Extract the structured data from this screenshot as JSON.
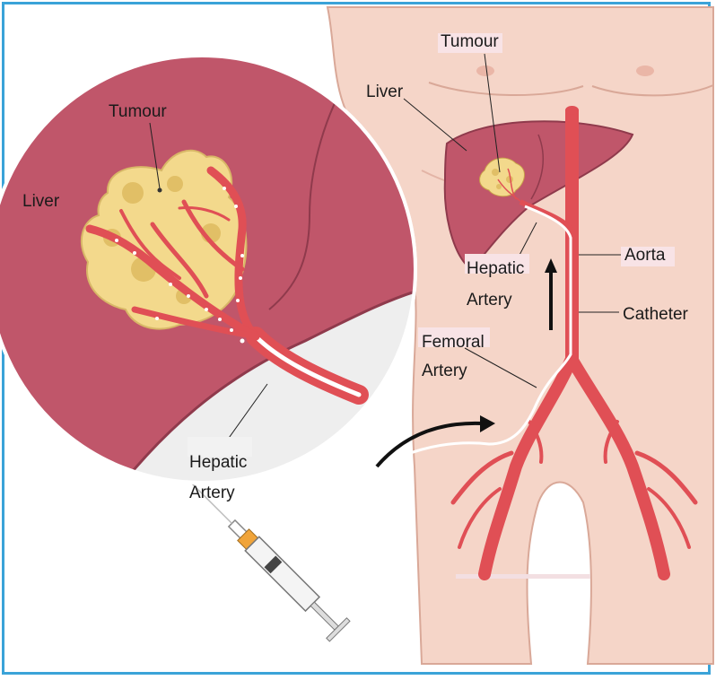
{
  "colors": {
    "frame": "#3aa3d8",
    "skin": "#f5d5c8",
    "skin_outline": "#d9a898",
    "liver": "#c0566a",
    "liver_dark": "#8f3a4c",
    "artery": "#e04f55",
    "artery_light": "#f07c7c",
    "tumour": "#f3d98c",
    "tumour_spot": "#e1bf66",
    "catheter": "#ffffff",
    "zoom_bg": "#eeeeee",
    "label_highlight": "#f8e3e6",
    "syringe_cap": "#f0a43a"
  },
  "labels": {
    "zoom_tumour": "Tumour",
    "zoom_liver": "Liver",
    "zoom_hepatic_line1": "Hepatic",
    "zoom_hepatic_line2": "Artery",
    "body_tumour": "Tumour",
    "body_liver": "Liver",
    "body_hepatic_line1": "Hepatic",
    "body_hepatic_line2": "Artery",
    "aorta": "Aorta",
    "catheter": "Catheter",
    "femoral_line1": "Femoral",
    "femoral_line2": "Artery"
  },
  "icons": [
    "syringe-icon",
    "flow-arrow-icon",
    "injection-arrow-icon"
  ]
}
